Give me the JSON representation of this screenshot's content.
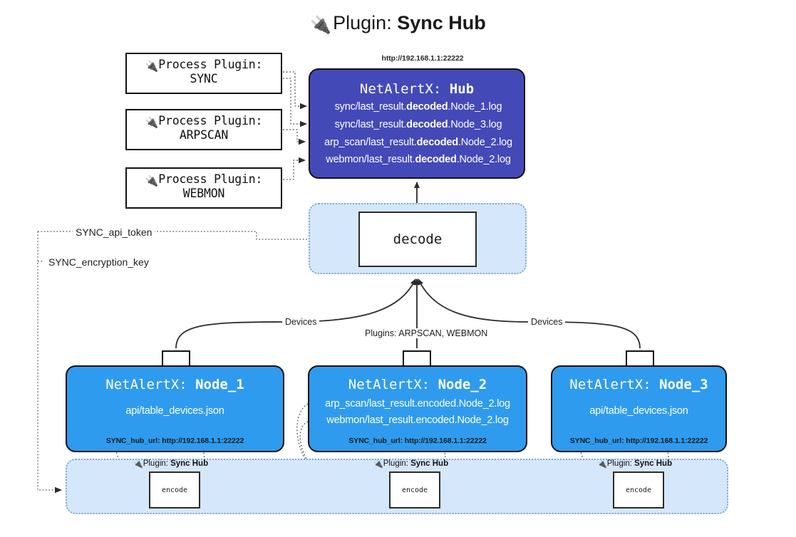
{
  "title": {
    "icon": "plug-icon",
    "prefix": "Plugin: ",
    "name": "Sync Hub"
  },
  "process_plugins": [
    {
      "icon": "plug-icon",
      "line1": "Process Plugin:",
      "line2": "SYNC"
    },
    {
      "icon": "plug-icon",
      "line1": "Process Plugin:",
      "line2": "ARPSCAN"
    },
    {
      "icon": "plug-icon",
      "line1": "Process Plugin:",
      "line2": "WEBMON"
    }
  ],
  "hub": {
    "url": "http://192.168.1.1:22222",
    "title_prefix": "NetAlertX: ",
    "title_name": "Hub",
    "fill_color": "#4449b8",
    "logs": [
      {
        "pre": "sync/last_result.",
        "bold": "decoded",
        "post": ".Node_1.log"
      },
      {
        "pre": "sync/last_result.",
        "bold": "decoded",
        "post": ".Node_3.log"
      },
      {
        "pre": "arp_scan/last_result.",
        "bold": "decoded",
        "post": ".Node_2.log"
      },
      {
        "pre": "webmon/last_result.",
        "bold": "decoded",
        "post": ".Node_2.log"
      }
    ]
  },
  "decode": {
    "label": "decode",
    "group_fill": "#d5e7fa"
  },
  "tokens": {
    "api_token": "SYNC_api_token",
    "encryption_key": "SYNC_encryption_key"
  },
  "edge_labels": {
    "devices_left": "Devices",
    "devices_right": "Devices",
    "plugins_mid": "Plugins: ARPSCAN, WEBMON"
  },
  "nodes": [
    {
      "title_prefix": "NetAlertX: ",
      "title_name": "Node_1",
      "logs": [
        "api/table_devices.json"
      ],
      "url_label": "SYNC_hub_url: ",
      "url_value": "http://192.168.1.1:22222",
      "fill_color": "#2f9bee"
    },
    {
      "title_prefix": "NetAlertX: ",
      "title_name": "Node_2",
      "logs": [
        "arp_scan/last_result.encoded.Node_2.log",
        "webmon/last_result.encoded.Node_2.log"
      ],
      "url_label": "SYNC_hub_url: ",
      "url_value": "http://192.168.1.1:22222",
      "fill_color": "#2f9bee"
    },
    {
      "title_prefix": "NetAlertX: ",
      "title_name": "Node_3",
      "logs": [
        "api/table_devices.json"
      ],
      "url_label": "SYNC_hub_url: ",
      "url_value": "http://192.168.1.1:22222",
      "fill_color": "#2f9bee"
    }
  ],
  "encoders": [
    {
      "caption_prefix": "Plugin: ",
      "caption_name": "Sync Hub",
      "label": "encode"
    },
    {
      "caption_prefix": "Plugin: ",
      "caption_name": "Sync Hub",
      "label": "encode"
    },
    {
      "caption_prefix": "Plugin: ",
      "caption_name": "Sync Hub",
      "label": "encode"
    }
  ],
  "icons": {
    "plug": "🔌",
    "envelope": "envelope-icon"
  }
}
